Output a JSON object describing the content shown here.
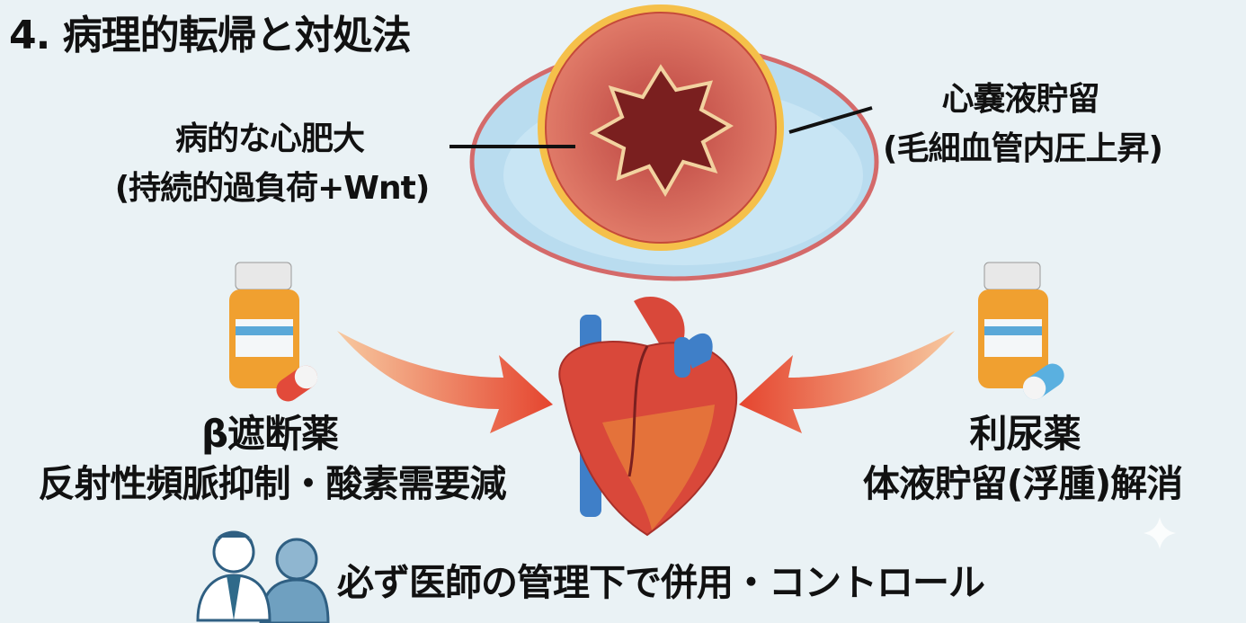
{
  "title": "4. 病理的転帰と対処法",
  "hypertrophy": {
    "label": "病的な心肥大",
    "detail": "(持続的過負荷+Wnt)"
  },
  "effusion": {
    "label": "心嚢液貯留",
    "detail": "(毛細血管内圧上昇)"
  },
  "beta_blocker": {
    "label": "β遮断薬",
    "detail": "反射性頻脈抑制・酸素需要減"
  },
  "diuretic": {
    "label": "利尿薬",
    "detail": "体液貯留(浮腫)解消"
  },
  "footer": {
    "text": "必ず医師の管理下で併用・コントロール"
  },
  "colors": {
    "background": "#eaf2f5",
    "arrow": "#e8553a",
    "bottle": "#f0a030",
    "vessel": "#3f7fc8",
    "heart": "#d9483a"
  }
}
